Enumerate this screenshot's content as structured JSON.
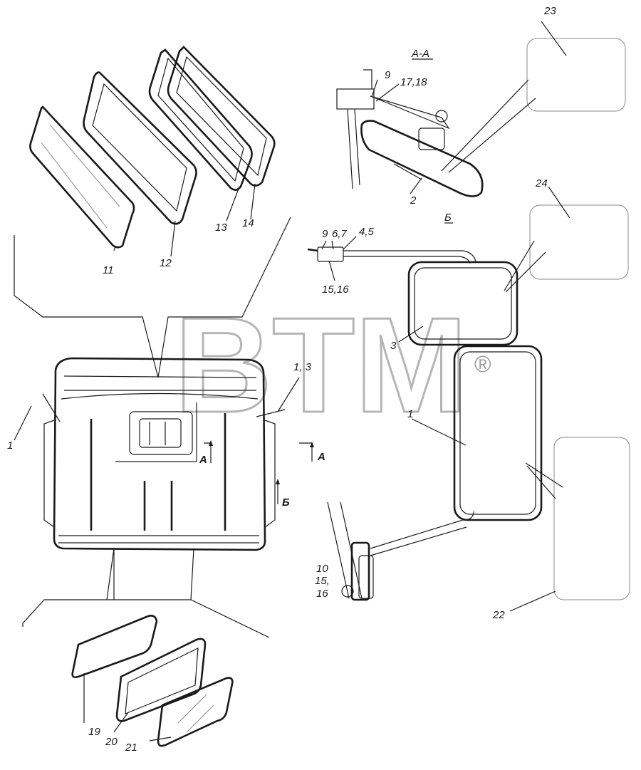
{
  "watermark": {
    "text": "BTM",
    "mark": "®"
  },
  "section_labels": {
    "aa": "А-А",
    "b": "Б",
    "a_left": "А",
    "a_right": "А",
    "b_arrow": "Б"
  },
  "callouts": {
    "c1_left": "1",
    "c1_3": "1, 3",
    "c1_mirror": "1",
    "c2": "2",
    "c3": "3",
    "c4_5": "4,5",
    "c6_7": "6,7",
    "c9_b": "9",
    "c9_aa": "9",
    "c10": "10",
    "c11": "11",
    "c12": "12",
    "c13": "13",
    "c14": "14",
    "c15_b": "15,",
    "c16_b": "16",
    "c15_16": "15,16",
    "c17_18": "17,18",
    "c19": "19",
    "c20": "20",
    "c21": "21",
    "c22": "22",
    "c23": "23",
    "c24": "24"
  }
}
